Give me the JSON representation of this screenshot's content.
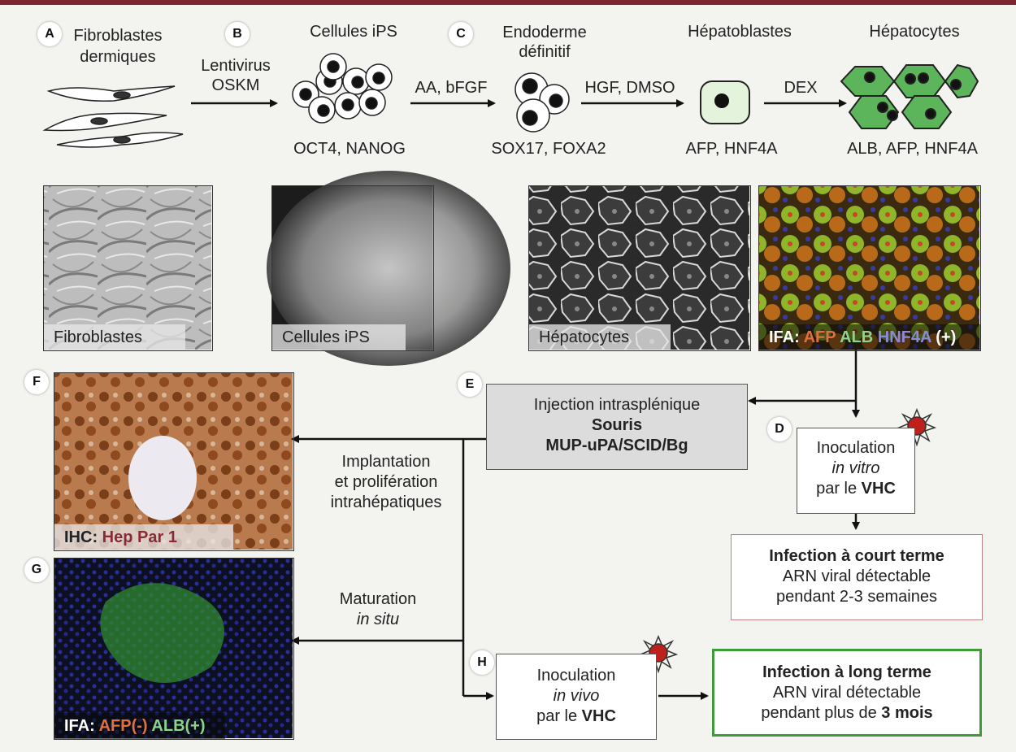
{
  "colors": {
    "top_bar": "#7a2530",
    "hepatocyte_green": "#5cb55a",
    "short_term_border": "#c08080",
    "long_term_border": "#3f9b3a",
    "afp_red": "#e07040",
    "alb_green": "#8bd48a",
    "hnf4a_blue": "#8a8ad8",
    "hep_par_red": "#8a2a36"
  },
  "badges": {
    "a": "A",
    "b": "B",
    "c": "C",
    "d": "D",
    "e": "E",
    "f": "F",
    "g": "G",
    "h": "H"
  },
  "stages": {
    "fibroblasts": {
      "name": "Fibroblastes dermiques"
    },
    "ips": {
      "name": "Cellules iPS",
      "markers": "OCT4, NANOG"
    },
    "endoderm": {
      "name": "Endoderme définitif",
      "markers": "SOX17, FOXA2"
    },
    "hepatoblasts": {
      "name": "Hépatoblastes",
      "markers": "AFP, HNF4A"
    },
    "hepatocytes": {
      "name": "Hépatocytes",
      "markers": "ALB, AFP, HNF4A"
    }
  },
  "arrows": {
    "lentivirus": "Lentivirus",
    "oskm": "OSKM",
    "aa_bfgf": "AA, bFGF",
    "hgf_dmso": "HGF, DMSO",
    "dex": "DEX"
  },
  "photos": {
    "fibroblasts": "Fibroblastes",
    "ips": "Cellules iPS",
    "hepatocytes": "Hépatocytes",
    "ifa_top": {
      "prefix": "IFA:",
      "afp": "AFP",
      "alb": "ALB",
      "hnf4a": "HNF4A",
      "plus": "(+)"
    },
    "ihc": {
      "prefix": "IHC:",
      "marker": "Hep Par 1"
    },
    "ifa_bottom": {
      "prefix": "IFA:",
      "afp": "AFP(-)",
      "alb": "ALB(+)"
    }
  },
  "injection": {
    "line1": "Injection intrasplénique",
    "line2": "Souris",
    "line3": "MUP-uPA/SCID/Bg"
  },
  "implantation": {
    "line1": "Implantation",
    "line2": "et prolifération",
    "line3": "intrahépatiques"
  },
  "maturation": {
    "line1": "Maturation",
    "line2": "in situ"
  },
  "inoculation_vitro": {
    "line1": "Inoculation",
    "line2": "in vitro",
    "line3_pre": "par le ",
    "line3_bold": "VHC"
  },
  "inoculation_vivo": {
    "line1": "Inoculation",
    "line2": "in vivo",
    "line3_pre": "par le ",
    "line3_bold": "VHC"
  },
  "short_term": {
    "title": "Infection à court terme",
    "line2": "ARN viral détectable",
    "line3": "pendant 2-3 semaines"
  },
  "long_term": {
    "title": "Infection à long terme",
    "line2": "ARN viral détectable",
    "line3_pre": "pendant plus de ",
    "line3_bold": "3 mois"
  }
}
